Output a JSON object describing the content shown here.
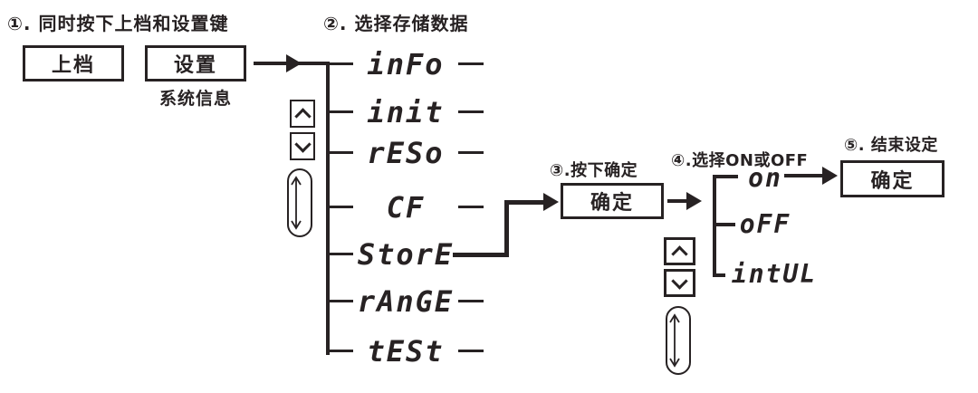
{
  "colors": {
    "ink": "#272223",
    "background": "#ffffff"
  },
  "step1": {
    "label": "①. 同时按下上档和设置键",
    "shift_button": "上档",
    "set_button": "设置",
    "set_caption": "系统信息"
  },
  "step2": {
    "label": "②. 选择存储数据"
  },
  "step3": {
    "label": "③.按下确定",
    "confirm_button": "确定"
  },
  "step4": {
    "label": "④.选择ON或OFF"
  },
  "step5": {
    "label": "⑤. 结束设定",
    "confirm_button": "确定"
  },
  "menu": {
    "items": [
      "inFo",
      "init",
      "rESo",
      "CF",
      "StorE",
      "rAnGE",
      "tESt"
    ],
    "selected": "StorE"
  },
  "submenu": {
    "items": [
      "on",
      "oFF",
      "intUL"
    ],
    "selected": "on"
  }
}
